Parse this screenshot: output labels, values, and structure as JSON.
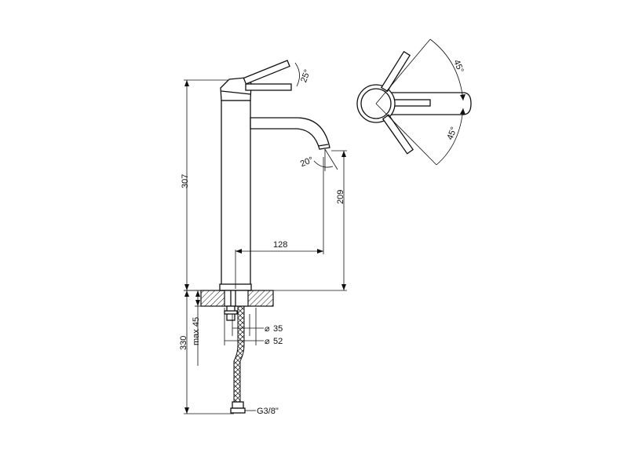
{
  "dimensions": {
    "height_total": "307",
    "height_spout": "209",
    "reach": "128",
    "angle_lever": "25°",
    "angle_spout": "20°",
    "angle_top_upper": "45°",
    "angle_top_lower": "45°",
    "diameter_35": "35",
    "diameter_52": "52",
    "hose_length": "330",
    "max_deck": "max 45",
    "thread": "G3/8\""
  }
}
